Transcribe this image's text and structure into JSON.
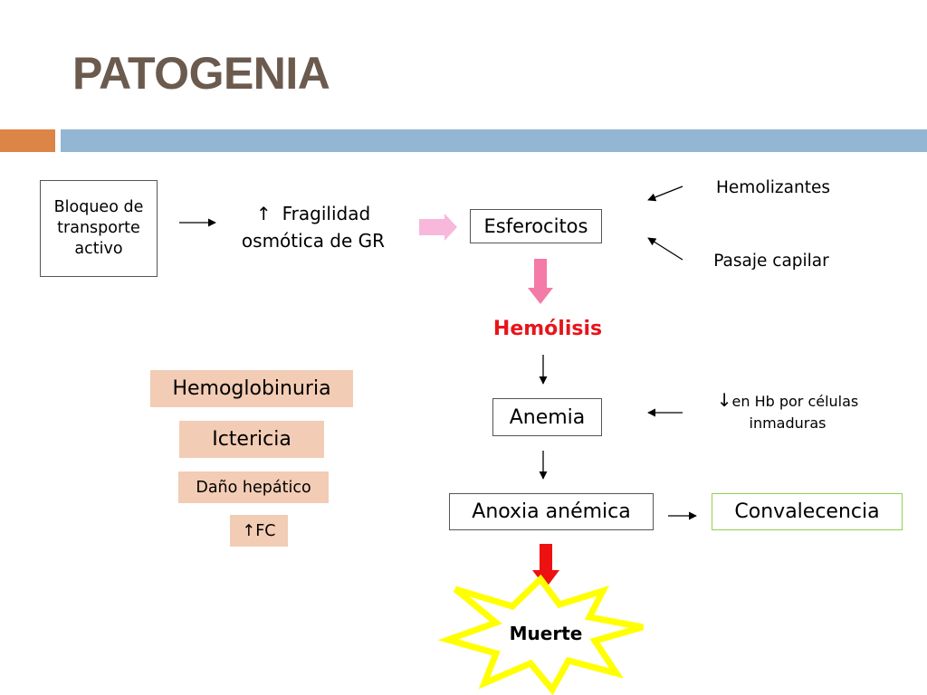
{
  "title": "PATOGENIA",
  "nodes": {
    "bloqueo": "Bloqueo de transporte activo",
    "fragilidad_line1": "Fragilidad",
    "fragilidad_line2": "osmótica de GR",
    "fragilidad_arrow": "↑",
    "esferocitos": "Esferocitos",
    "hemolizantes": "Hemolizantes",
    "pasaje_capilar": "Pasaje capilar",
    "hemolisis": "Hemólisis",
    "anemia": "Anemia",
    "hb_arrow": "↓",
    "hb_line1": "en Hb por células",
    "hb_line2": "inmaduras",
    "anoxia": "Anoxia anémica",
    "convalecencia": "Convalecencia",
    "muerte": "Muerte"
  },
  "consequences": {
    "hemoglobinuria": "Hemoglobinuria",
    "ictericia": "Ictericia",
    "dano_hepatico": "Daño hepático",
    "fc_arrow": "↑",
    "fc_label": "FC"
  },
  "colors": {
    "title": "#6b5a4e",
    "accent_orange": "#dd8447",
    "accent_blue": "#93b6d3",
    "hemolisis": "#e8141b",
    "pink_arrow": "#f47aa8",
    "light_pink_arrow": "#f7b8dc",
    "red_arrow": "#ee1111",
    "burst_stroke": "#ffff00",
    "convalecencia_border": "#92d050",
    "pill_fill": "#f2ccb4"
  }
}
